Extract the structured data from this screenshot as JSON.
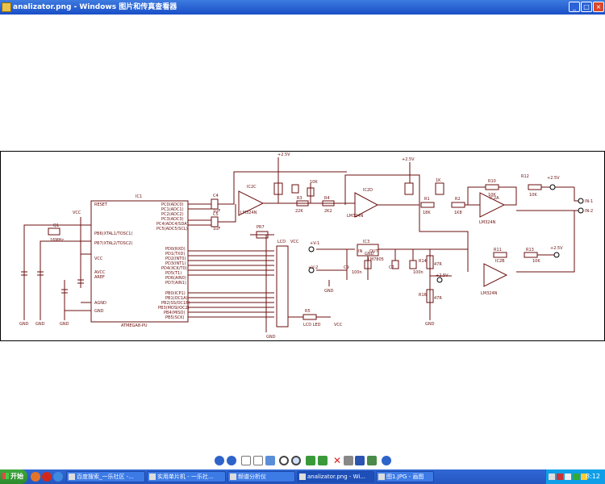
{
  "window": {
    "title": "analizator.png - Windows 图片和传真查看器",
    "min_glyph": "_",
    "max_glyph": "□",
    "close_glyph": "×"
  },
  "schematic": {
    "labels": [
      {
        "t": "IC1"
      },
      {
        "t": "RESET"
      },
      {
        "t": "PC0(ADC0)"
      },
      {
        "t": "PC1(ADC1)"
      },
      {
        "t": "PC2(ADC2)"
      },
      {
        "t": "PC3(ADC3)"
      },
      {
        "t": "PC4(ADC4/SDA)"
      },
      {
        "t": "PC5(ADC5/SCL)"
      },
      {
        "t": "PB6(XTAL1/TOSC1)"
      },
      {
        "t": "PB7(XTAL2/TOSC2)"
      },
      {
        "t": "VCC"
      },
      {
        "t": "AVCC"
      },
      {
        "t": "AREF"
      },
      {
        "t": "AGND"
      },
      {
        "t": "GND"
      },
      {
        "t": "PD0(RXD)"
      },
      {
        "t": "PD1(TXD)"
      },
      {
        "t": "PD2(INT0)"
      },
      {
        "t": "PD3(INT1)"
      },
      {
        "t": "PD4(XCK/T0)"
      },
      {
        "t": "PD5(T1)"
      },
      {
        "t": "PD6(AIN0)"
      },
      {
        "t": "PD7(AIN1)"
      },
      {
        "t": "PB0(ICP1)"
      },
      {
        "t": "PB1(OC1A)"
      },
      {
        "t": "PB2(SS/OC1B)"
      },
      {
        "t": "PB3(MOSI/OC2)"
      },
      {
        "t": "PB4(MISO)"
      },
      {
        "t": "PB5(SCK)"
      },
      {
        "t": "ATMEGA8-PU"
      },
      {
        "t": "VCC"
      },
      {
        "t": "Q1"
      },
      {
        "t": "16MHz"
      },
      {
        "t": "GND"
      },
      {
        "t": "GND"
      },
      {
        "t": "GND"
      },
      {
        "t": "C4"
      },
      {
        "t": "C5"
      },
      {
        "t": "1uF"
      },
      {
        "t": "1uF"
      },
      {
        "t": "IC2C"
      },
      {
        "t": "LM324N"
      },
      {
        "t": "+2.5V"
      },
      {
        "t": "R3"
      },
      {
        "t": "22K"
      },
      {
        "t": "R4"
      },
      {
        "t": "2K2"
      },
      {
        "t": "IC2D"
      },
      {
        "t": "LM324N"
      },
      {
        "t": "+2.5V"
      },
      {
        "t": "R1"
      },
      {
        "t": "18K"
      },
      {
        "t": "R2"
      },
      {
        "t": "1K8"
      },
      {
        "t": "R10"
      },
      {
        "t": "10K"
      },
      {
        "t": "R12"
      },
      {
        "t": "10K"
      },
      {
        "t": "+2.5V"
      },
      {
        "t": "IC2A"
      },
      {
        "t": "LM324N"
      },
      {
        "t": "IN-1"
      },
      {
        "t": "IN-2"
      },
      {
        "t": "R11"
      },
      {
        "t": "R13"
      },
      {
        "t": "10K"
      },
      {
        "t": "+2.5V"
      },
      {
        "t": "IC2B"
      },
      {
        "t": "LM324N"
      },
      {
        "t": "PR7"
      },
      {
        "t": "LCD"
      },
      {
        "t": "VCC"
      },
      {
        "t": "R5"
      },
      {
        "t": "LCD LED"
      },
      {
        "t": "VCC"
      },
      {
        "t": "GND"
      },
      {
        "t": "+V-1"
      },
      {
        "t": "+V-2"
      },
      {
        "t": "IC3"
      },
      {
        "t": "LM7805"
      },
      {
        "t": "IN"
      },
      {
        "t": "OUT"
      },
      {
        "t": "GND"
      },
      {
        "t": "R14"
      },
      {
        "t": "47R"
      },
      {
        "t": "+2.5V"
      },
      {
        "t": "R16"
      },
      {
        "t": "47R"
      },
      {
        "t": "GND"
      },
      {
        "t": "GND"
      },
      {
        "t": "C9"
      },
      {
        "t": "C7"
      },
      {
        "t": "100n"
      },
      {
        "t": "100n"
      },
      {
        "t": "10K"
      },
      {
        "t": "1K"
      }
    ]
  },
  "viewer_toolbar": {
    "buttons": [
      {
        "icon": "previous-image-icon"
      },
      {
        "icon": "next-image-icon"
      },
      {
        "icon": "best-fit-icon"
      },
      {
        "icon": "actual-size-icon"
      },
      {
        "icon": "slideshow-icon"
      },
      {
        "icon": "zoom-in-icon"
      },
      {
        "icon": "zoom-out-icon"
      },
      {
        "icon": "rotate-clockwise-icon"
      },
      {
        "icon": "rotate-counterclockwise-icon"
      },
      {
        "icon": "delete-icon"
      },
      {
        "icon": "print-icon"
      },
      {
        "icon": "save-icon"
      },
      {
        "icon": "edit-icon"
      },
      {
        "icon": "help-icon"
      }
    ]
  },
  "taskbar": {
    "start_label": "开始",
    "quick_launch": [
      "firefox-icon",
      "opera-icon",
      "ie-icon"
    ],
    "tasks": [
      {
        "label": "百度搜索_一乐社区 -..."
      },
      {
        "label": "实用单片机 - 一乐社..."
      },
      {
        "label": "频谱分析仪"
      },
      {
        "label": "analizator.png - Wi...",
        "active": true
      },
      {
        "label": "图1.JPG - 画图"
      }
    ],
    "tray_icons": [
      "network-icon",
      "ime-icon",
      "volume-icon",
      "security-icon",
      "update-icon"
    ],
    "clock": "8:12"
  }
}
